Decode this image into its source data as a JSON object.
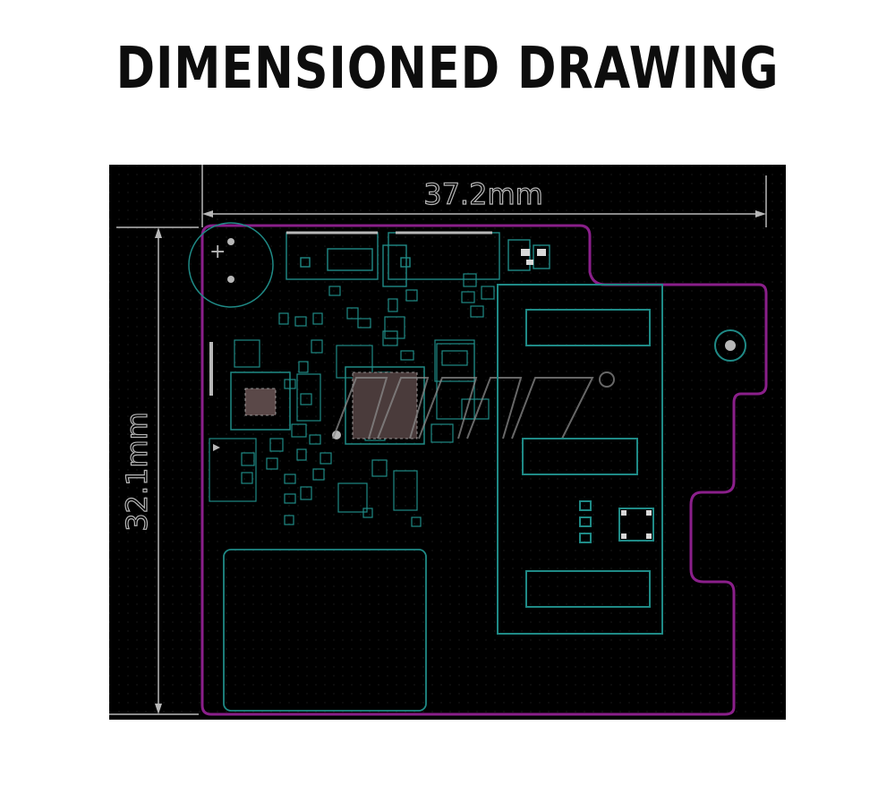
{
  "title": "DIMENSIONED DRAWING",
  "dimensions": {
    "width_label": "37.2mm",
    "height_label": "32.1mm"
  },
  "colors": {
    "background": "#000000",
    "outline": "#8a1f8a",
    "copper": "#1f8a86",
    "dimension": "#b7b7b7",
    "pad": "#b7b7b7",
    "mark": "#b4b4b4"
  }
}
